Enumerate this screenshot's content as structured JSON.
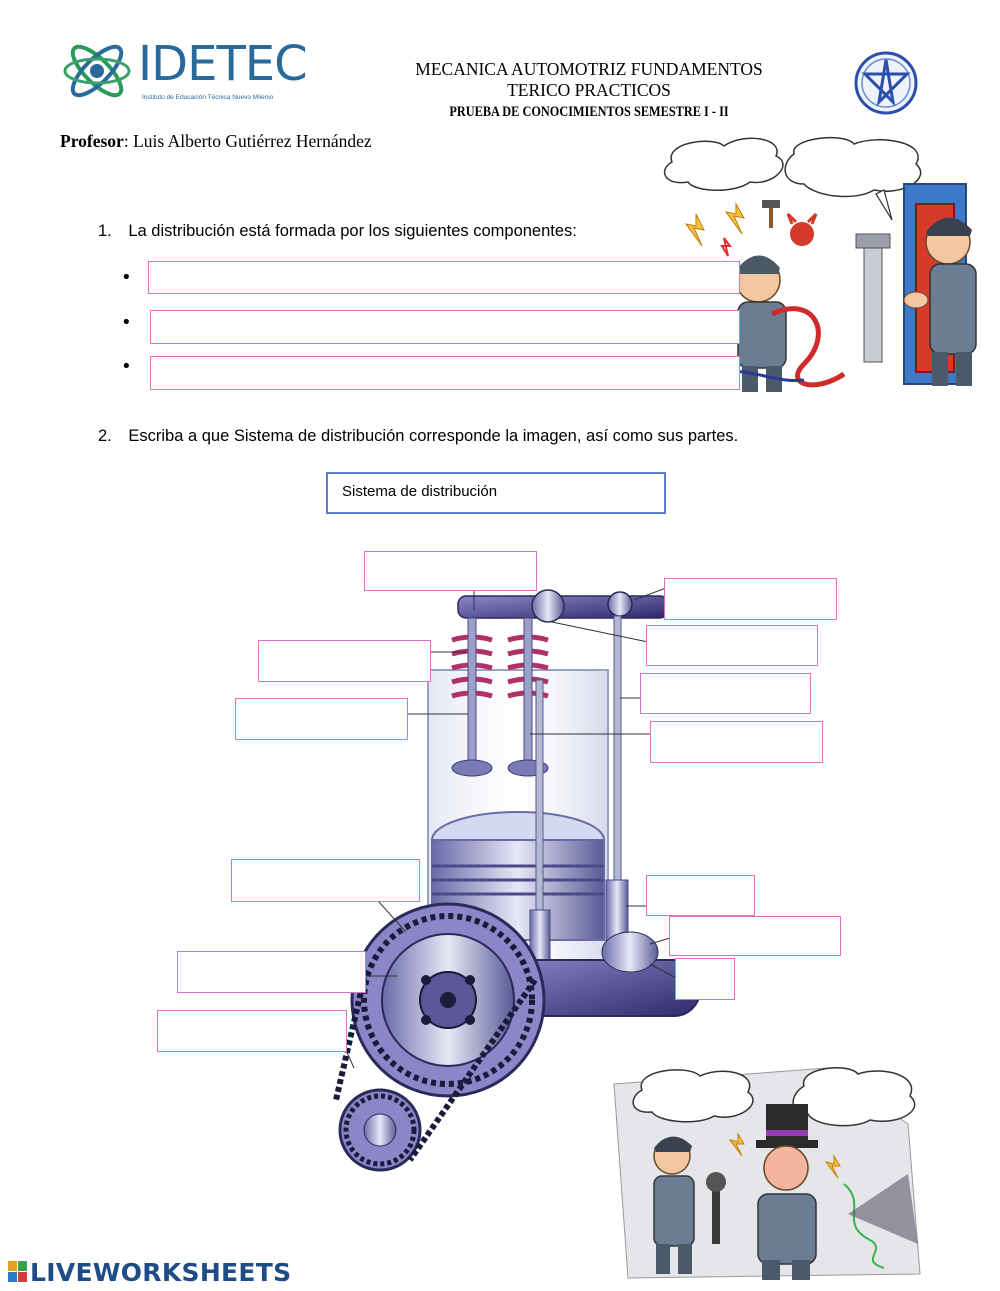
{
  "header": {
    "logo_name": "IDETEC",
    "logo_subtitle": "Instituto de Educación Técnica Nuevo Milenio",
    "title_line1": "MECANICA AUTOMOTRIZ FUNDAMENTOS",
    "title_line2": "TERICO PRACTICOS",
    "title_line3": "PRUEBA DE CONOCIMIENTOS SEMESTRE I - II",
    "professor_label": "Profesor",
    "professor_name": ": Luis Alberto Gutiérrez Hernández"
  },
  "question1": {
    "number": "1.",
    "text": "La distribución está formada por los siguientes componentes:",
    "bullet": "•",
    "answers": [
      "",
      "",
      ""
    ]
  },
  "question2": {
    "number": "2.",
    "text": "Escriba a que Sistema de distribución corresponde la imagen, así como sus partes.",
    "system_box_label": "Sistema de distribución"
  },
  "diagram": {
    "part_labels": [
      "",
      "",
      "",
      "",
      "",
      "",
      "",
      "",
      "",
      "",
      "",
      "",
      "",
      ""
    ]
  },
  "footer": {
    "brand": "LIVEWORKSHEETS"
  },
  "colors": {
    "answer_border": "#e070c8",
    "system_box_border": "#5b7fc4",
    "logo": "#2a6a9a",
    "brand": "#1d4c86"
  }
}
